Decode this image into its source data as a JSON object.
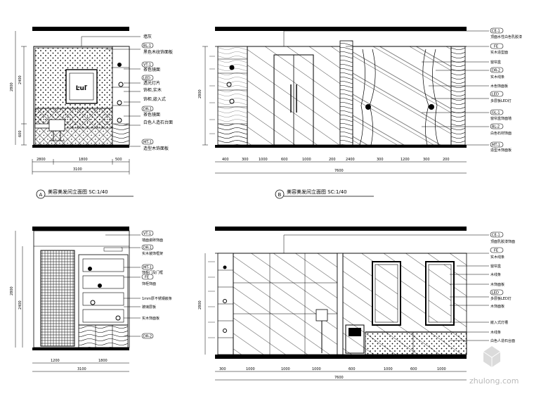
{
  "drawing": {
    "elev_a": {
      "title": "美容美发间立面图 SC:1/40",
      "letter": "A",
      "labels": [
        "墙灰",
        "黑色木纹饰面板",
        "茶色镜面",
        "透光灯片",
        "饰柜,实木",
        "饰柜,嵌入式",
        "茶色镜面",
        "白色人造石台面",
        "造型木饰面板"
      ],
      "tags": [
        "BL-1",
        "VT-1",
        "LED",
        "DR-1",
        "MT-1"
      ]
    },
    "elev_b": {
      "title": "美容美发间立面图 SC:1/40",
      "letter": "B",
      "labels": [
        "顶面水性白色乳胶漆",
        "实木造型面",
        "窗帘盒",
        "实木线条",
        "木色饰面板",
        "多层板LED灯",
        "窗帘盒饰面墙",
        "白色石材饰面",
        "造型木饰面板"
      ],
      "tags": [
        "CE-1",
        "FE",
        "DR-2",
        "LED",
        "GL-1",
        "BL-2",
        "MT-1"
      ]
    },
    "elev_c": {
      "labels": [
        "墙面瓷砖饰面",
        "实木装饰框架",
        "饰柜门及门框",
        "饰柜饰面",
        "1mm厚不锈钢嵌条",
        "玻璃层板",
        "实木饰面板"
      ],
      "tags": [
        "VT-1",
        "DR-1",
        "MT-1",
        "FE",
        "DR-2"
      ]
    },
    "elev_d": {
      "labels": [
        "顶面乳胶漆饰面",
        "实木线条",
        "窗帘盒",
        "木线条",
        "木饰面板",
        "多层板LED灯",
        "木饰面板",
        "嵌入式灯槽",
        "木线条",
        "白色人造石台面"
      ],
      "tags": [
        "CE-1",
        "FE",
        "LED"
      ]
    },
    "watermark": "zhulong.com"
  }
}
